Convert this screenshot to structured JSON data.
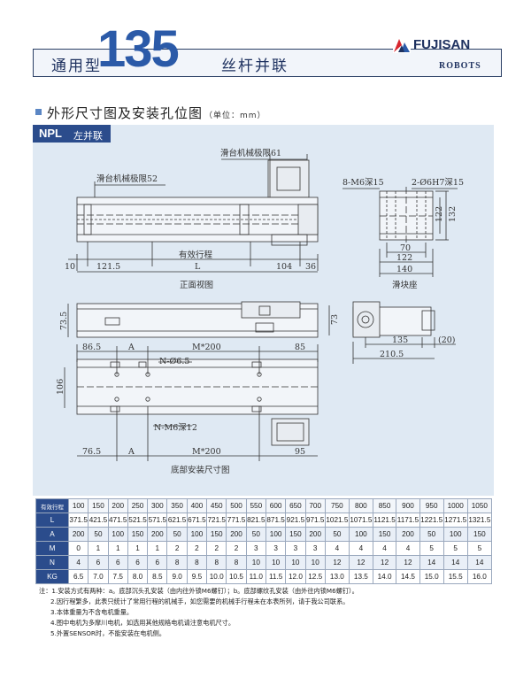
{
  "header": {
    "prefix": "通用型",
    "model": "135",
    "suffix": "丝杆并联",
    "brand": "FUJISAN",
    "brand_sub": "ROBOTS",
    "accent": "#2b5aa8",
    "navy": "#1f3260",
    "logo_icon": "fujisan-logo-icon"
  },
  "section": {
    "title": "外形尺寸图及安装孔位图",
    "unit": "（单位：mm）"
  },
  "panel": {
    "code": "NPL",
    "label": "左并联",
    "bg": "#dfe9f3"
  },
  "drawing": {
    "limit_right": "滑台机械极限61",
    "limit_left": "滑台机械极限52",
    "d10": "10",
    "d121": "121.5",
    "stroke": "有效行程",
    "L": "L",
    "d104": "104",
    "d36": "36",
    "front_caption": "正面视图",
    "bolt": "8-M6深15",
    "pin": "2-Ø6H7深15",
    "d122v": "122",
    "d132v": "132",
    "d70": "70",
    "d122": "122",
    "d140": "140",
    "slide_caption": "滑块座",
    "d73_5": "73.5",
    "d73": "73",
    "d135": "135",
    "d20": "(20)",
    "d210": "210.5",
    "d86": "86.5",
    "A": "A",
    "M200": "M*200",
    "d85": "85",
    "nphi": "N-Ø6.5",
    "d106": "106",
    "nm6": "N-M6深12",
    "d76": "76.5",
    "A2": "A",
    "M200b": "M*200",
    "d95": "95",
    "bottom_caption": "底部安装尺寸图"
  },
  "table": {
    "header_label": "有效行程",
    "strokes": [
      "100",
      "150",
      "200",
      "250",
      "300",
      "350",
      "400",
      "450",
      "500",
      "550",
      "600",
      "650",
      "700",
      "750",
      "800",
      "850",
      "900",
      "950",
      "1000",
      "1050"
    ],
    "rows": [
      {
        "label": "L",
        "values": [
          "371.5",
          "421.5",
          "471.5",
          "521.5",
          "571.5",
          "621.5",
          "671.5",
          "721.5",
          "771.5",
          "821.5",
          "871.5",
          "921.5",
          "971.5",
          "1021.5",
          "1071.5",
          "1121.5",
          "1171.5",
          "1221.5",
          "1271.5",
          "1321.5"
        ]
      },
      {
        "label": "A",
        "values": [
          "200",
          "50",
          "100",
          "150",
          "200",
          "50",
          "100",
          "150",
          "200",
          "50",
          "100",
          "150",
          "200",
          "50",
          "100",
          "150",
          "200",
          "50",
          "100",
          "150"
        ]
      },
      {
        "label": "M",
        "values": [
          "0",
          "1",
          "1",
          "1",
          "1",
          "2",
          "2",
          "2",
          "2",
          "3",
          "3",
          "3",
          "3",
          "4",
          "4",
          "4",
          "4",
          "5",
          "5",
          "5"
        ]
      },
      {
        "label": "N",
        "values": [
          "4",
          "6",
          "6",
          "6",
          "6",
          "8",
          "8",
          "8",
          "8",
          "10",
          "10",
          "10",
          "10",
          "12",
          "12",
          "12",
          "12",
          "14",
          "14",
          "14"
        ]
      },
      {
        "label": "KG",
        "values": [
          "6.5",
          "7.0",
          "7.5",
          "8.0",
          "8.5",
          "9.0",
          "9.5",
          "10.0",
          "10.5",
          "11.0",
          "11.5",
          "12.0",
          "12.5",
          "13.0",
          "13.5",
          "14.0",
          "14.5",
          "15.0",
          "15.5",
          "16.0"
        ]
      }
    ]
  },
  "notes": [
    "注：1.安装方式有两种：a。底部沉头孔安装（由内往外锁M6螺钉）；b。底部螺纹孔安装（由外往内锁M6螺钉）。",
    "2.因行程繁多，此表只统计了常用行程的机械手，如您需要的机械手行程未在本表所列，请于我公司联系。",
    "3.本体重量为不含电机重量。",
    "4.图中电机为多摩川电机，如选用其他规格电机请注意电机尺寸。",
    "5.外置SENSOR时，不能安装在电机侧。"
  ]
}
